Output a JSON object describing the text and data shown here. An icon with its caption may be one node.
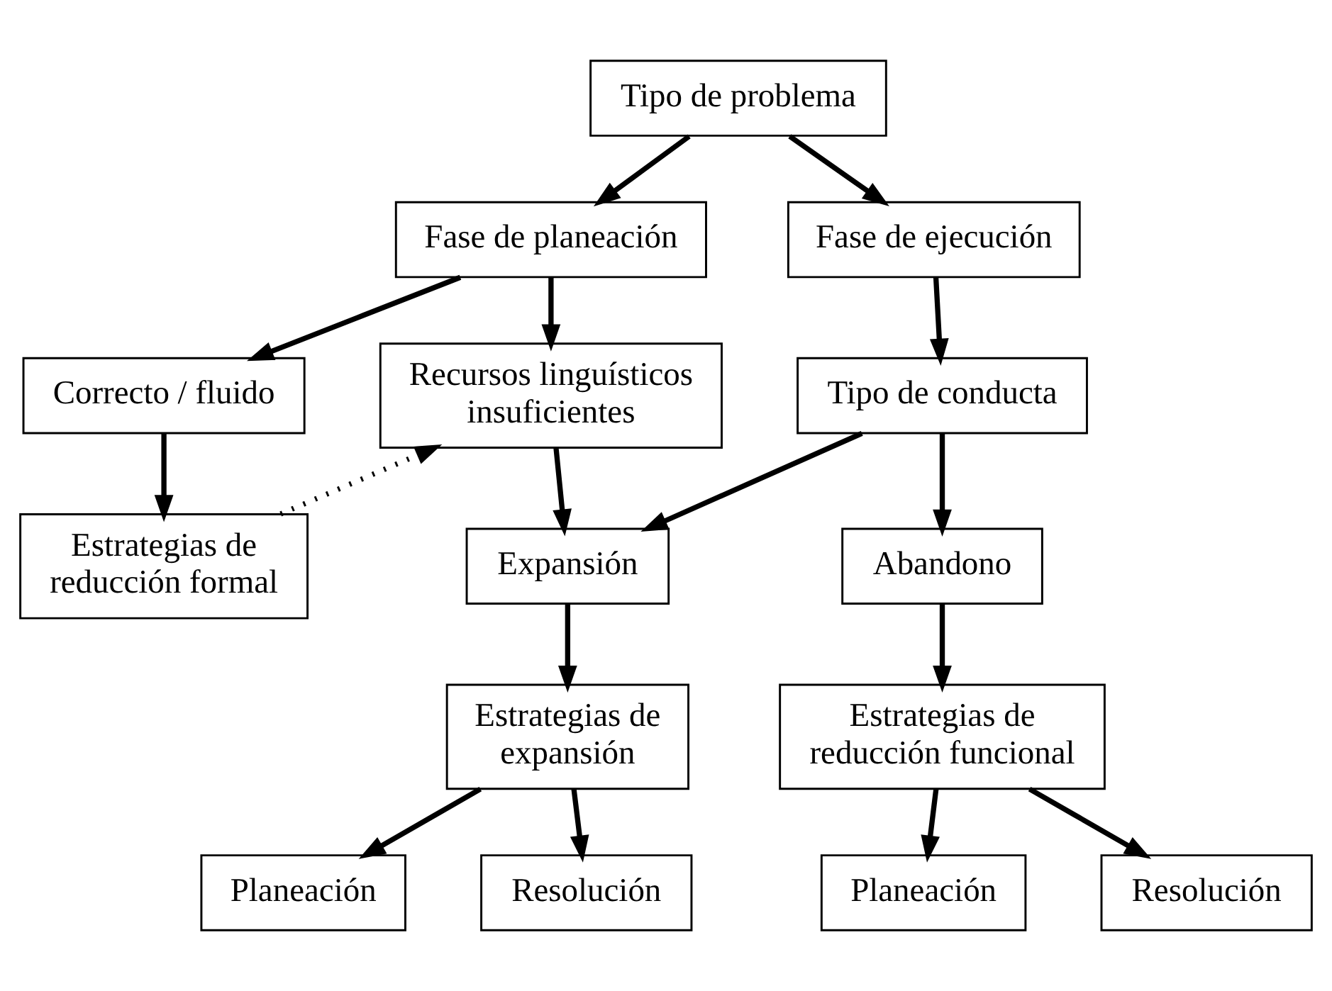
{
  "diagram": {
    "nodes": [
      {
        "text": [
          "Tipo de problema"
        ]
      },
      {
        "text": [
          "Fase de planeación"
        ]
      },
      {
        "text": [
          "Fase de ejecución"
        ]
      },
      {
        "text": [
          "Correcto / fluido"
        ]
      },
      {
        "text": [
          "Recursos linguísticos insuficientes"
        ]
      },
      {
        "text": [
          "Tipo de conducta"
        ]
      },
      {
        "text": [
          "Estrategias de reducción formal"
        ]
      },
      {
        "text": [
          "Expansión"
        ]
      },
      {
        "text": [
          "Abandono"
        ]
      },
      {
        "text": [
          "Estrategias de expansión"
        ]
      },
      {
        "text": [
          "Estrategias de reducción funcional"
        ]
      },
      {
        "text": [
          "Planeación"
        ]
      },
      {
        "text": [
          "Resolución"
        ]
      },
      {
        "text": [
          "Planeación"
        ]
      },
      {
        "text": [
          "Resolución"
        ]
      }
    ],
    "edges": [
      {
        "from": 0,
        "to": 1,
        "arrow": "to"
      },
      {
        "from": 0,
        "to": 2,
        "arrow": "to"
      },
      {
        "from": 1,
        "to": 3,
        "arrow": "to"
      },
      {
        "from": 1,
        "to": 4,
        "arrow": "to"
      },
      {
        "from": 2,
        "to": 5,
        "arrow": "to"
      },
      {
        "from": 3,
        "to": 6,
        "arrow": "to"
      },
      {
        "from": 6,
        "to": 4,
        "arrow": "to",
        "style": "dashed"
      },
      {
        "from": 4,
        "to": 7,
        "arrow": "to"
      },
      {
        "from": 5,
        "to": 7,
        "arrow": "to"
      },
      {
        "from": 5,
        "to": 8,
        "arrow": "to"
      },
      {
        "from": 7,
        "to": 9,
        "arrow": "to"
      },
      {
        "from": 8,
        "to": 10,
        "arrow": "to"
      },
      {
        "from": 9,
        "to": 11,
        "arrow": "to"
      },
      {
        "from": 9,
        "to": 12,
        "arrow": "to"
      },
      {
        "from": 10,
        "to": 13,
        "arrow": "to"
      },
      {
        "from": 10,
        "to": 14,
        "arrow": "to"
      }
    ]
  }
}
